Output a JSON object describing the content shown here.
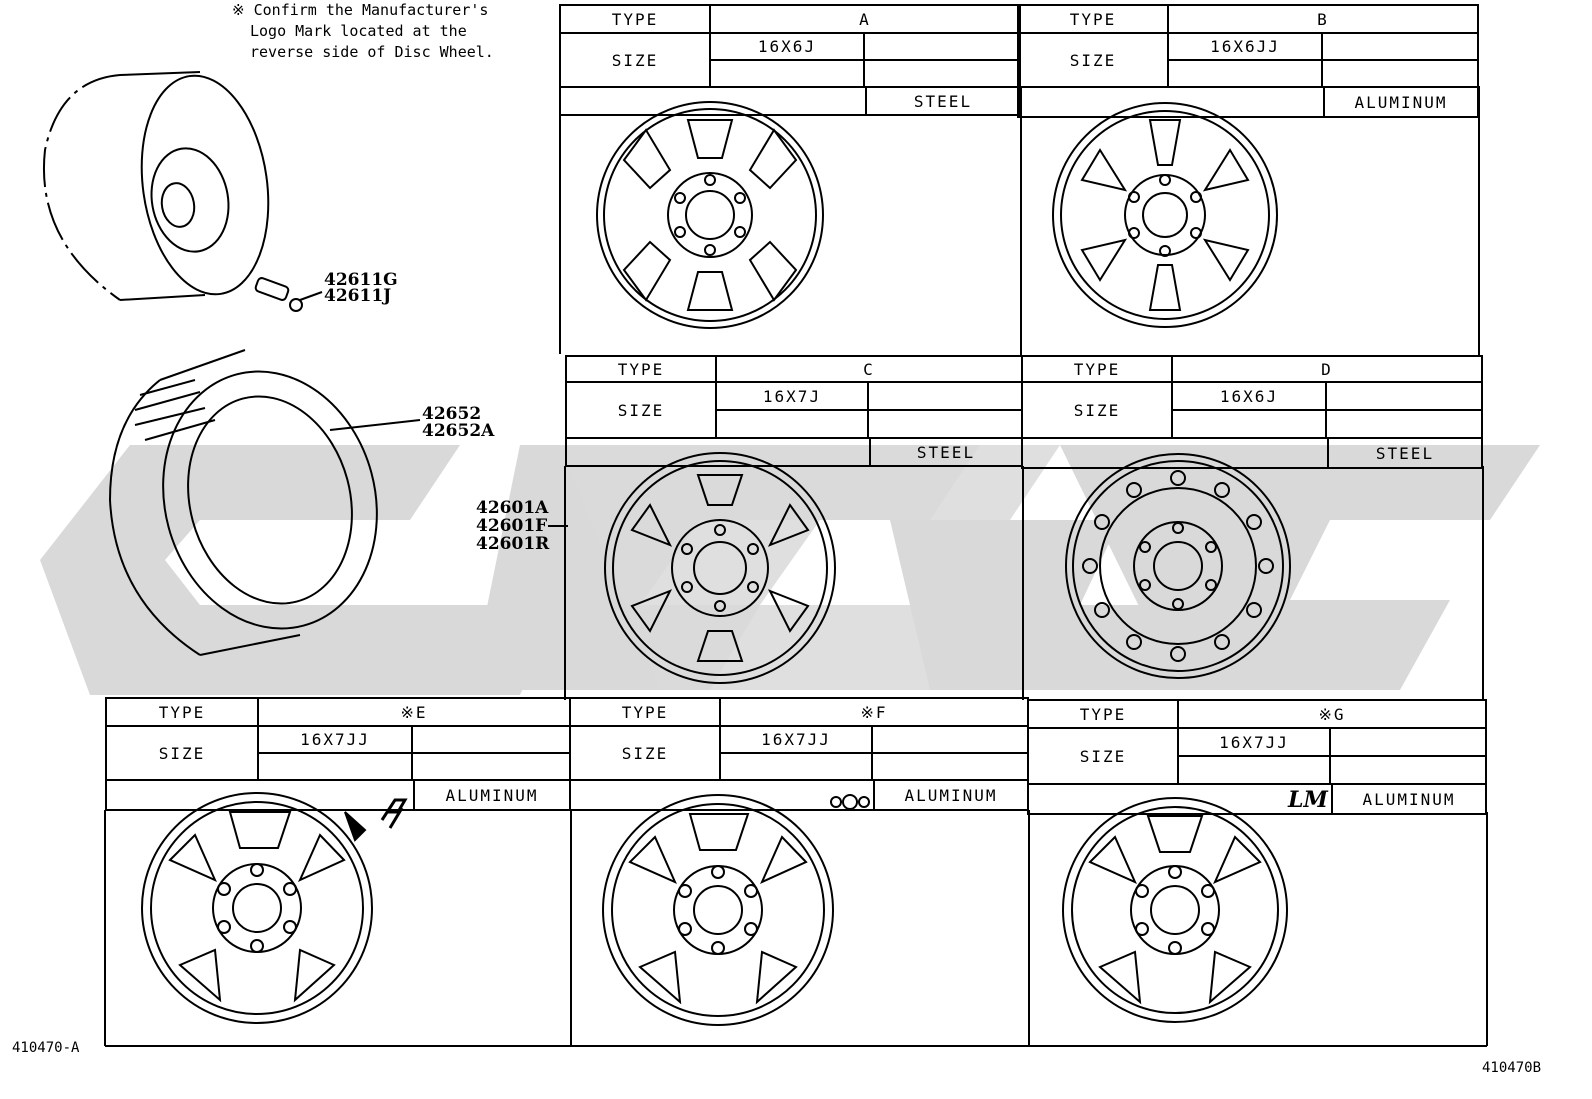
{
  "note": {
    "mark": "※",
    "lines": [
      "Confirm the Manufacturer's",
      "Logo Mark located at the",
      "reverse side of Disc Wheel."
    ]
  },
  "part_numbers": {
    "valve": [
      "42611G",
      "42611J"
    ],
    "tire": [
      "42652",
      "42652A"
    ],
    "wheel": [
      "42601A",
      "42601F",
      "42601R"
    ]
  },
  "labels": {
    "type": "TYPE",
    "size": "SIZE"
  },
  "wheels": [
    {
      "type": "A",
      "size": "16X6J",
      "material": "STEEL"
    },
    {
      "type": "B",
      "size": "16X6JJ",
      "material": "ALUMINUM"
    },
    {
      "type": "C",
      "size": "16X7J",
      "material": "STEEL"
    },
    {
      "type": "D",
      "size": "16X6J",
      "material": "STEEL"
    },
    {
      "type": "※E",
      "size": "16X7JJ",
      "material": "ALUMINUM"
    },
    {
      "type": "※F",
      "size": "16X7JJ",
      "material": "ALUMINUM"
    },
    {
      "type": "※G",
      "size": "16X7JJ",
      "material": "ALUMINUM"
    }
  ],
  "logo_marks": {
    "G": "LM"
  },
  "footer": {
    "left": "410470-A",
    "right": "410470B"
  },
  "colors": {
    "line": "#000000",
    "watermark": "#d8d8d8",
    "background": "#ffffff"
  }
}
